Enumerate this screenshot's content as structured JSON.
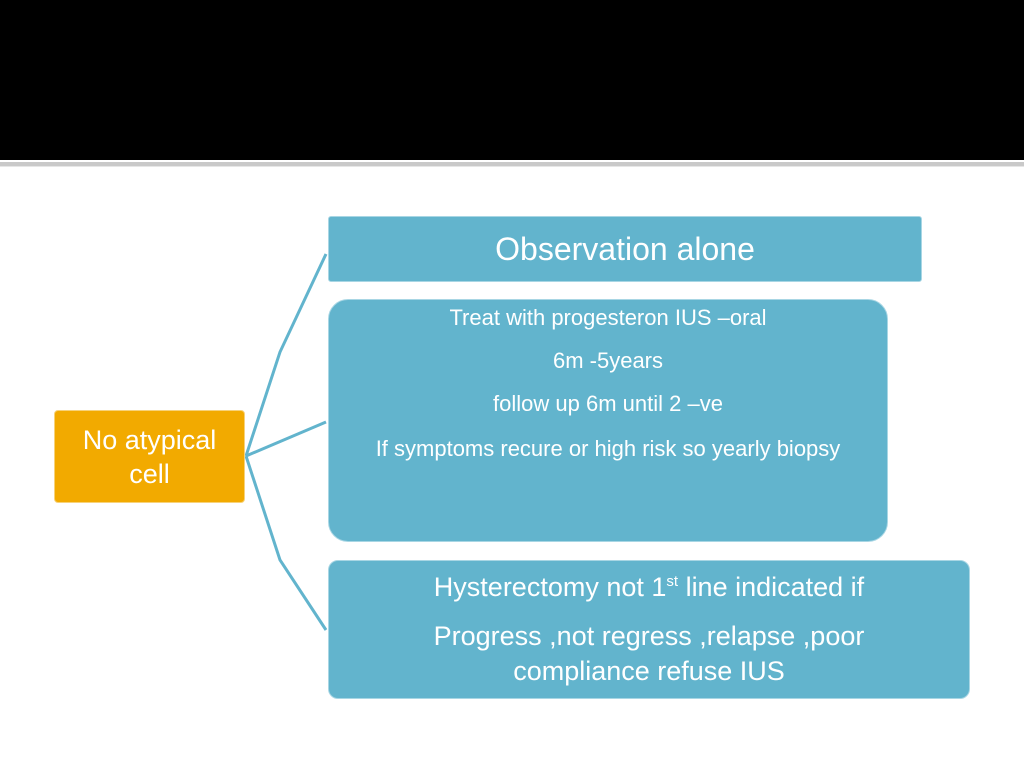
{
  "root": {
    "label": "No atypical cell"
  },
  "branches": [
    {
      "title": "Observation alone"
    },
    {
      "lines": [
        "Treat with progesteron IUS –oral",
        "6m -5years",
        "follow up 6m until 2 –ve",
        "If symptoms recure or high risk so yearly biopsy"
      ]
    },
    {
      "heading_before": "Hysterectomy not 1",
      "heading_sup": "st",
      "heading_after": " line indicated if",
      "body": "Progress ,not regress ,relapse ,poor compliance refuse IUS"
    }
  ],
  "colors": {
    "root_fill": "#f2aa00",
    "node_fill": "#62b4cd",
    "connector": "#62b4cd",
    "header_bar": "#000000"
  }
}
